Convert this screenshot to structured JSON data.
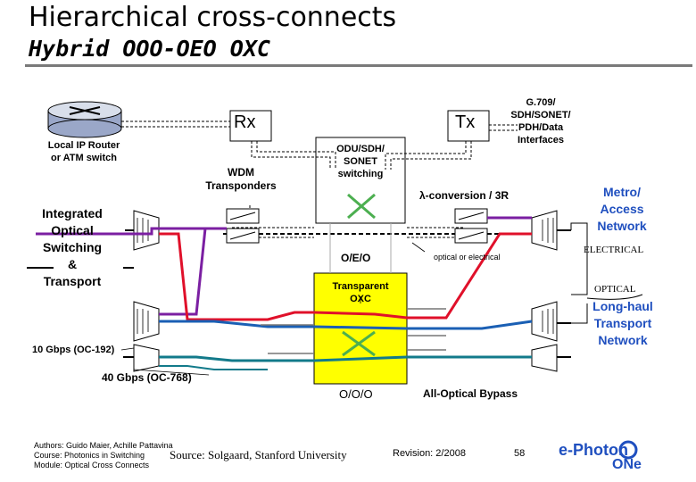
{
  "slide": {
    "title": "Hierarchical cross-connects",
    "subtitle": "Hybrid OOO-OEO OXC"
  },
  "diagram": {
    "rx": "Rx",
    "tx": "Tx",
    "router": [
      "Local IP Router",
      "or ATM switch"
    ],
    "interfaces": [
      "G.709/",
      "SDH/SONET/",
      "PDH/Data",
      "Interfaces"
    ],
    "odu": [
      "ODU/SDH/",
      "SONET",
      "switching"
    ],
    "wdm": [
      "WDM",
      "Transponders"
    ],
    "conversion": "λ-conversion / 3R",
    "integrated": [
      "Integrated",
      "Optical",
      "Switching",
      "&",
      "Transport"
    ],
    "metro": [
      "Metro/",
      "Access",
      "Network"
    ],
    "electrical": "ELECTRICAL",
    "oeo": "O/E/O",
    "optical_or_electrical": "optical or electrical",
    "transparent": [
      "Transparent",
      "OXC"
    ],
    "optical": "OPTICAL",
    "longhaul": [
      "Long-haul",
      "Transport",
      "Network"
    ],
    "rate10": "10 Gbps (OC-192)",
    "rate40": "40 Gbps (OC-768)",
    "ooo": "O/O/O",
    "bypass": "All-Optical Bypass"
  },
  "footer": {
    "authors": "Authors: Guido Maier, Achille Pattavina",
    "course": "Course: Photonics in Switching",
    "module": "Module: Optical Cross Connects",
    "source": "Source: Solgaard, Stanford University",
    "revision": "Revision: 2/2008",
    "page": "58",
    "logo_text": "e-Photon",
    "logo_sub": "ONe"
  },
  "colors": {
    "purple": "#7b1fa2",
    "red": "#e0102a",
    "blue": "#1a5fb4",
    "teal": "#127a8a",
    "oxc_fill": "#ffff00",
    "cross": "#4caf50",
    "text_blue": "#1f4fbf"
  }
}
